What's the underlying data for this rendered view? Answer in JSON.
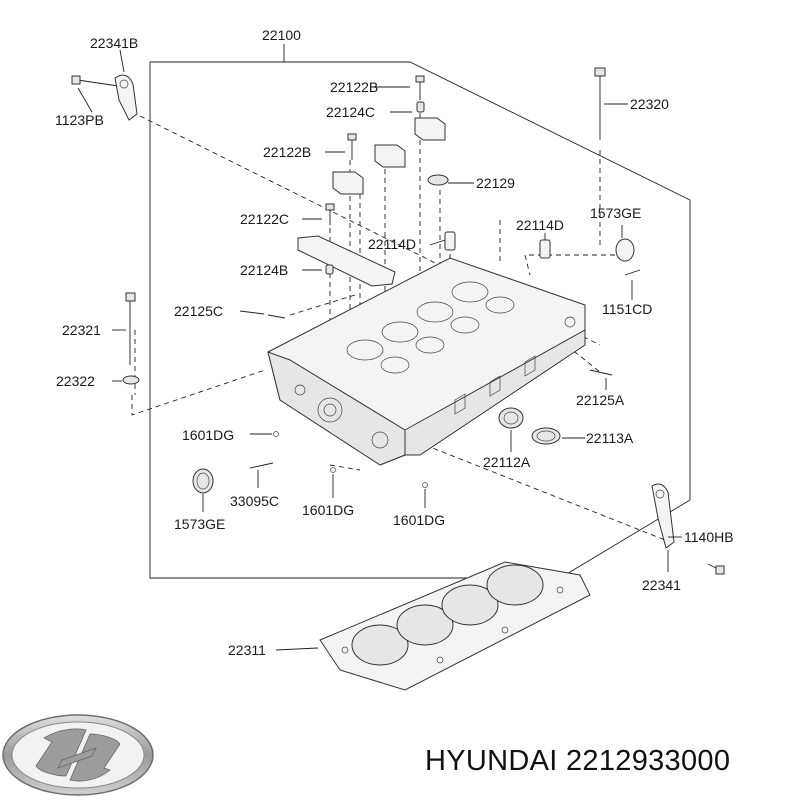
{
  "brand": {
    "name": "HYUNDAI",
    "part_number": "2212933000",
    "logo_icon": "hyundai-logo-icon"
  },
  "callouts": [
    {
      "id": "c-22100",
      "text": "22100"
    },
    {
      "id": "c-22341B",
      "text": "22341B"
    },
    {
      "id": "c-1123PB",
      "text": "1123PB"
    },
    {
      "id": "c-22122B-top",
      "text": "22122B"
    },
    {
      "id": "c-22124C-top",
      "text": "22124C"
    },
    {
      "id": "c-22320",
      "text": "22320"
    },
    {
      "id": "c-22122B-mid",
      "text": "22122B"
    },
    {
      "id": "c-22129",
      "text": "22129"
    },
    {
      "id": "c-22122C",
      "text": "22122C"
    },
    {
      "id": "c-22114D-left",
      "text": "22114D"
    },
    {
      "id": "c-22114D-right",
      "text": "22114D"
    },
    {
      "id": "c-1573GE-top",
      "text": "1573GE"
    },
    {
      "id": "c-22124B",
      "text": "22124B"
    },
    {
      "id": "c-22125C",
      "text": "22125C"
    },
    {
      "id": "c-1151CD",
      "text": "1151CD"
    },
    {
      "id": "c-22321",
      "text": "22321"
    },
    {
      "id": "c-22322",
      "text": "22322"
    },
    {
      "id": "c-22125A",
      "text": "22125A"
    },
    {
      "id": "c-1601DG-left",
      "text": "1601DG"
    },
    {
      "id": "c-22113A",
      "text": "22113A"
    },
    {
      "id": "c-22112A",
      "text": "22112A"
    },
    {
      "id": "c-33095C",
      "text": "33095C"
    },
    {
      "id": "c-1601DG-mid",
      "text": "1601DG"
    },
    {
      "id": "c-1601DG-right",
      "text": "1601DG"
    },
    {
      "id": "c-1573GE-bottom",
      "text": "1573GE"
    },
    {
      "id": "c-1140HB",
      "text": "1140HB"
    },
    {
      "id": "c-22341",
      "text": "22341"
    },
    {
      "id": "c-22311",
      "text": "22311"
    }
  ]
}
